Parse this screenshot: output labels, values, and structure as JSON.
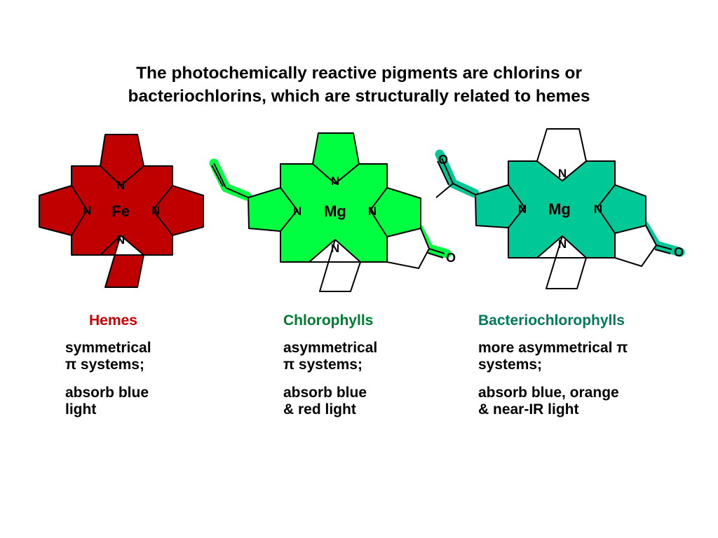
{
  "title": {
    "line1": "The photochemically reactive pigments are chlorins or",
    "line2": "bacteriochlorins, which are structurally related to hemes"
  },
  "colors": {
    "heme_fill": "#c00000",
    "chlorophyll_fill": "#00ff40",
    "bacteriochlorophyll_fill": "#00c896",
    "heme_heading": "#cc0000",
    "chlorophyll_heading": "#007a2e",
    "bacteriochlorophyll_heading": "#007a5a"
  },
  "molecules": {
    "heme": {
      "metal": "Fe",
      "n": "N"
    },
    "chlorophyll": {
      "metal": "Mg",
      "n": "N",
      "o": "O"
    },
    "bacteriochlorophyll": {
      "metal": "Mg",
      "n": "N",
      "o1": "O",
      "o2": "O"
    }
  },
  "columns": {
    "hemes": {
      "heading": "Hemes",
      "p1_line1": "symmetrical",
      "p1_line2": "π systems;",
      "p2_line1": "absorb blue",
      "p2_line2": "light"
    },
    "chlorophylls": {
      "heading": "Chlorophylls",
      "p1_line1": "asymmetrical",
      "p1_line2": "π systems;",
      "p2_line1": "absorb blue",
      "p2_line2": "& red light"
    },
    "bacteriochlorophylls": {
      "heading": "Bacteriochlorophylls",
      "p1_line1": "more asymmetrical π",
      "p1_line2": "systems;",
      "p2_line1": "absorb blue, orange",
      "p2_line2": "& near-IR light"
    }
  }
}
